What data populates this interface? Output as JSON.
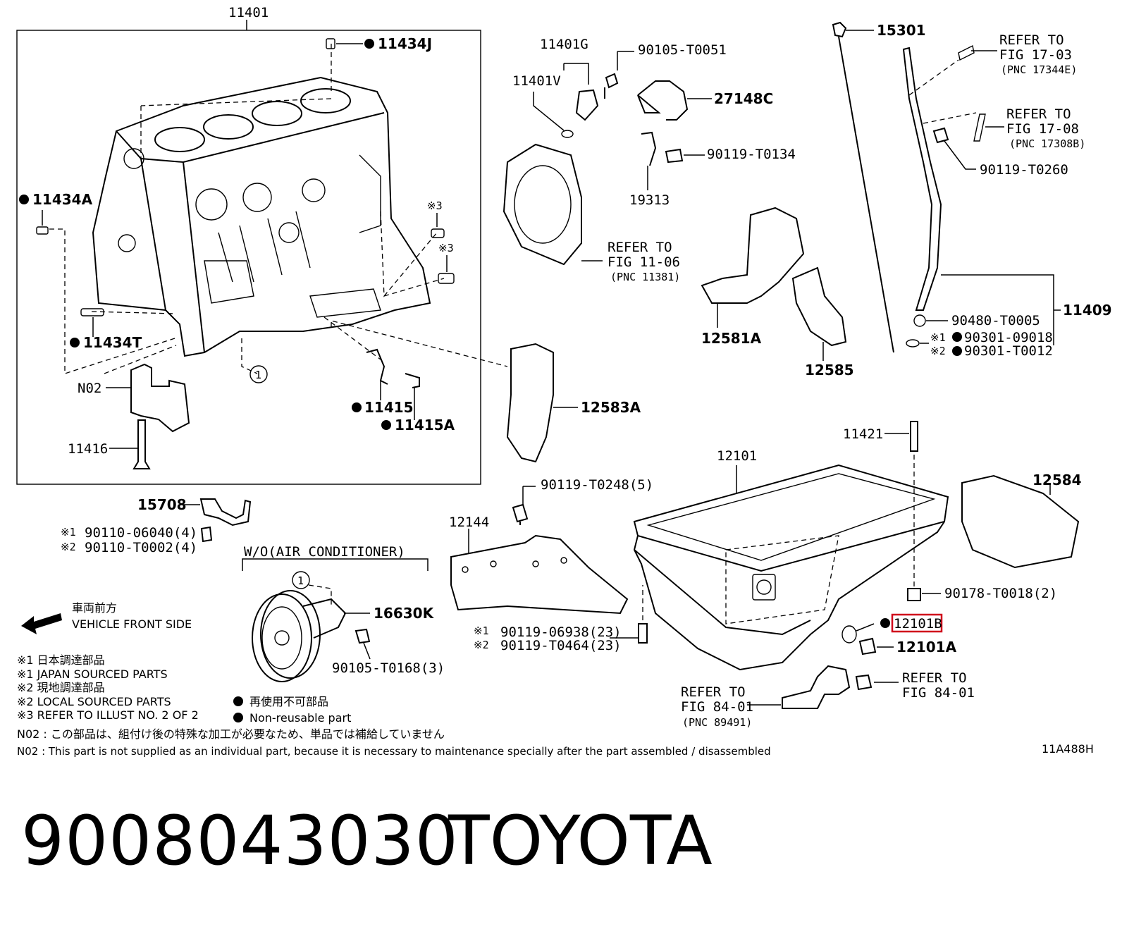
{
  "labels": {
    "l11401": "11401",
    "l11434J": "11434J",
    "l11434A": "11434A",
    "l11434T": "11434T",
    "lN02": "N02",
    "l11416": "11416",
    "l11415": "11415",
    "l11415A": "11415A",
    "note3a": "※3",
    "note3b": "※3",
    "circle1a": "1",
    "l11401G": "11401G",
    "l11401V": "11401V",
    "l90105T0051": "90105-T0051",
    "l27148C": "27148C",
    "l90119T0134": "90119-T0134",
    "l19313": "19313",
    "refer1106a": "REFER TO",
    "refer1106b": "FIG 11-06",
    "refer1106c": "(PNC 11381)",
    "l15301": "15301",
    "refer1703a": "REFER TO",
    "refer1703b": "FIG 17-03",
    "refer1703c": "(PNC 17344E)",
    "refer1708a": "REFER TO",
    "refer1708b": "FIG 17-08",
    "refer1708c": "(PNC 17308B)",
    "l90119T0260": "90119-T0260",
    "l11409": "11409",
    "l90480T0005": "90480-T0005",
    "l9030109018": "90301-09018",
    "l90301T0012": "90301-T0012",
    "mark1a": "※1",
    "mark2a": "※2",
    "l12581A": "12581A",
    "l12585": "12585",
    "l12583A": "12583A",
    "l11421": "11421",
    "l12101": "12101",
    "l12584": "12584",
    "l90119T0248": "90119-T0248(5)",
    "l12144": "12144",
    "l90178T0018": "90178-T0018(2)",
    "l12101B": "12101B",
    "l12101A": "12101A",
    "l9011906938": "90119-06938(23)",
    "l90119T0464": "90119-T0464(23)",
    "mark1b": "※1",
    "mark2b": "※2",
    "refer8401a": "REFER TO",
    "refer8401b": "FIG 84-01",
    "refer8401c": "(PNC 89491)",
    "refer8401d": "REFER TO",
    "refer8401e": "FIG 84-01",
    "l15708": "15708",
    "l9011006040": "90110-06040(4)",
    "l90110T0002": "90110-T0002(4)",
    "mark1c": "※1",
    "mark2c": "※2",
    "wo_ac": "W/O(AIR CONDITIONER)",
    "circle1b": "1",
    "l16630K": "16630K",
    "l90105T0168": "90105-T0168(3)",
    "front_jp": "車両前方",
    "front_en": "VEHICLE FRONT SIDE",
    "legend1_jp": "※1  日本調達部品",
    "legend1_en": "※1  JAPAN SOURCED PARTS",
    "legend2_jp": "※2  現地調達部品",
    "legend2_en": "※2  LOCAL SOURCED PARTS",
    "legend3_en": "※3  REFER TO ILLUST NO. 2 OF 2",
    "legend_nr_jp": "再使用不可部品",
    "legend_nr_en": "Non-reusable part",
    "n02_jp": "N02 : この部品は、組付け後の特殊な加工が必要なため、単品では補給していません",
    "n02_en": "N02 : This part is not supplied as an individual part, because it is necessary to maintenance specially after the part assembled / disassembled",
    "fig_code": "11A488H"
  },
  "footer": {
    "part_number": "9008043030",
    "brand": "TOYOTA"
  },
  "highlight_color": "#d0021b"
}
